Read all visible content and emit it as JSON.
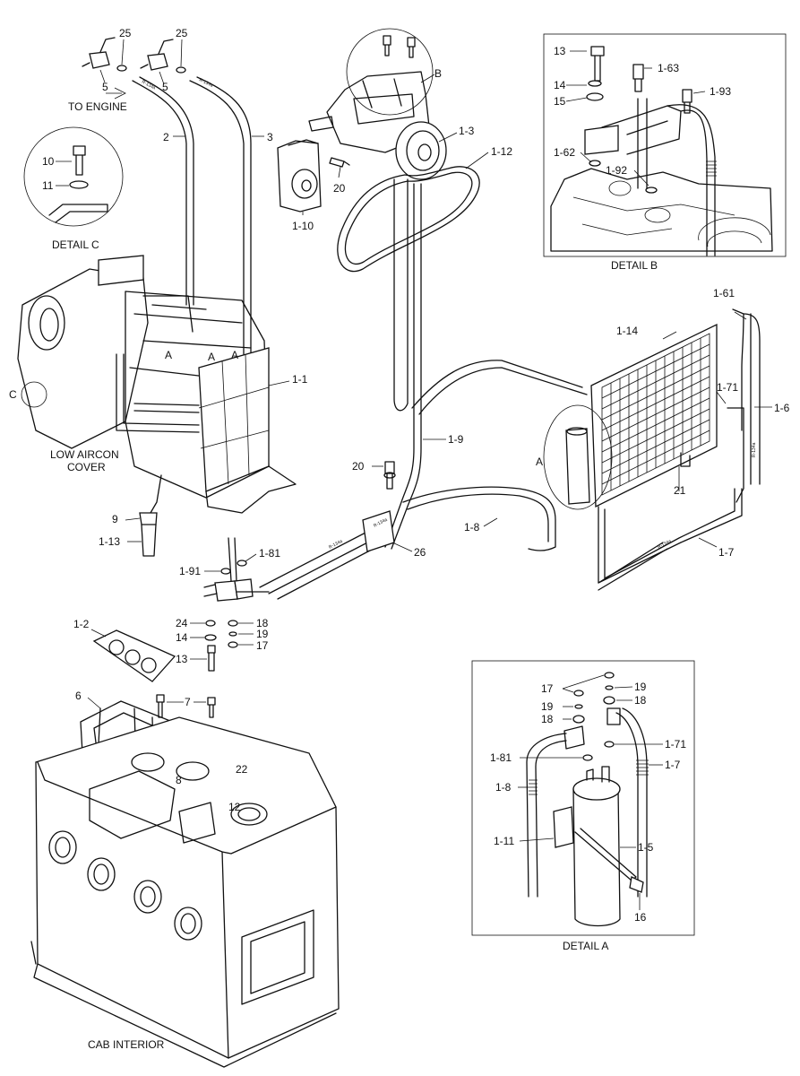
{
  "captions": {
    "to_engine": "TO ENGINE",
    "detail_c": "DETAIL C",
    "detail_b": "DETAIL B",
    "detail_a": "DETAIL A",
    "low_aircon_line1": "LOW AIRCON",
    "low_aircon_line2": "COVER",
    "cab_interior": "CAB INTERIOR"
  },
  "parts": [
    {
      "id": "p25a",
      "label": "25"
    },
    {
      "id": "p25b",
      "label": "25"
    },
    {
      "id": "p5a",
      "label": "5"
    },
    {
      "id": "p5b",
      "label": "5"
    },
    {
      "id": "p2",
      "label": "2"
    },
    {
      "id": "p3",
      "label": "3"
    },
    {
      "id": "p10",
      "label": "10"
    },
    {
      "id": "p11",
      "label": "11"
    },
    {
      "id": "p1_10",
      "label": "1-10"
    },
    {
      "id": "p20a",
      "label": "20"
    },
    {
      "id": "p1_3",
      "label": "1-3"
    },
    {
      "id": "p1_12",
      "label": "1-12"
    },
    {
      "id": "pB",
      "label": "B"
    },
    {
      "id": "pC",
      "label": "C"
    },
    {
      "id": "p1_1",
      "label": "1-1"
    },
    {
      "id": "p1_9",
      "label": "1-9"
    },
    {
      "id": "p20b",
      "label": "20"
    },
    {
      "id": "p9",
      "label": "9"
    },
    {
      "id": "p1_13",
      "label": "1-13"
    },
    {
      "id": "p1_8",
      "label": "1-8"
    },
    {
      "id": "p26",
      "label": "26"
    },
    {
      "id": "p1_81a",
      "label": "1-81"
    },
    {
      "id": "p1_91",
      "label": "1-91"
    },
    {
      "id": "p24",
      "label": "24"
    },
    {
      "id": "p18a",
      "label": "18"
    },
    {
      "id": "p14a",
      "label": "14"
    },
    {
      "id": "p19a",
      "label": "19"
    },
    {
      "id": "p17a",
      "label": "17"
    },
    {
      "id": "p13a",
      "label": "13"
    },
    {
      "id": "p1_2",
      "label": "1-2"
    },
    {
      "id": "p6",
      "label": "6"
    },
    {
      "id": "p7",
      "label": "7"
    },
    {
      "id": "p8",
      "label": "8"
    },
    {
      "id": "p22",
      "label": "22"
    },
    {
      "id": "p12",
      "label": "12"
    },
    {
      "id": "p13b",
      "label": "13"
    },
    {
      "id": "p1_63",
      "label": "1-63"
    },
    {
      "id": "p14b",
      "label": "14"
    },
    {
      "id": "p1_93",
      "label": "1-93"
    },
    {
      "id": "p15",
      "label": "15"
    },
    {
      "id": "p1_62",
      "label": "1-62"
    },
    {
      "id": "p1_92",
      "label": "1-92"
    },
    {
      "id": "p1_61",
      "label": "1-61"
    },
    {
      "id": "p1_14",
      "label": "1-14"
    },
    {
      "id": "p1_71a",
      "label": "1-71"
    },
    {
      "id": "p1_6",
      "label": "1-6"
    },
    {
      "id": "pA",
      "label": "A"
    },
    {
      "id": "p21",
      "label": "21"
    },
    {
      "id": "p1_7a",
      "label": "1-7"
    },
    {
      "id": "p17b",
      "label": "17"
    },
    {
      "id": "p19b",
      "label": "19"
    },
    {
      "id": "p19c",
      "label": "19"
    },
    {
      "id": "p18b",
      "label": "18"
    },
    {
      "id": "p18c",
      "label": "18"
    },
    {
      "id": "p1_71b",
      "label": "1-71"
    },
    {
      "id": "p1_81b",
      "label": "1-81"
    },
    {
      "id": "p1_7b",
      "label": "1-7"
    },
    {
      "id": "p1_8b",
      "label": "1-8"
    },
    {
      "id": "p1_11",
      "label": "1-11"
    },
    {
      "id": "p1_5",
      "label": "1-5"
    },
    {
      "id": "p16",
      "label": "16"
    }
  ],
  "hose_markings": {
    "hose_2": "R-134a",
    "hose_3": "R-134a",
    "hose_1_6": "R-134a",
    "hose_1_7": "R-134a",
    "hose_1_8": "R-134a",
    "hose_1_9": "R-134a"
  }
}
